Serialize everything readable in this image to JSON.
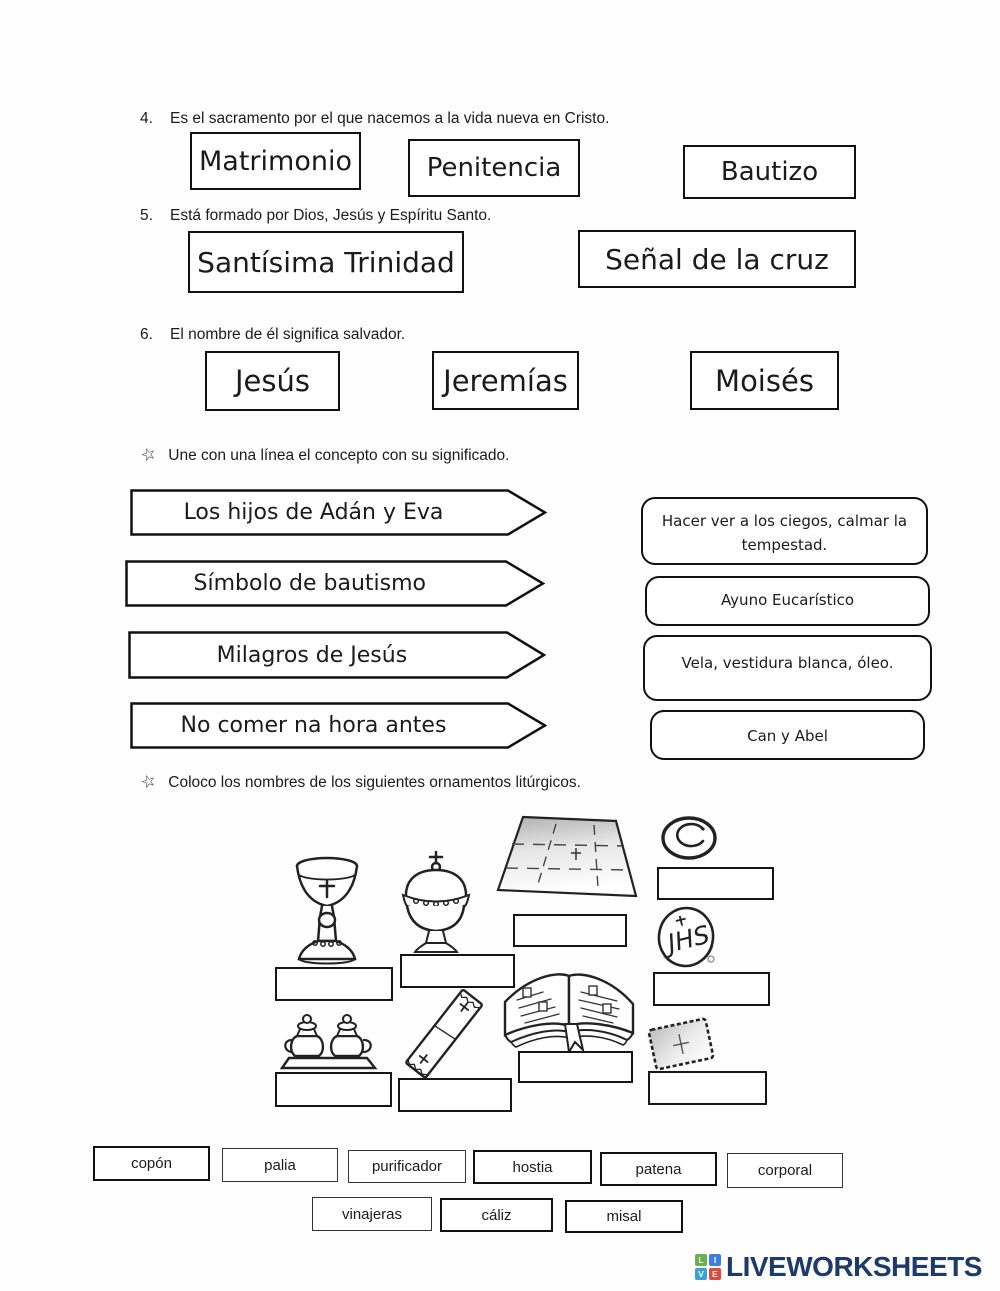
{
  "questions": [
    {
      "number": "4.",
      "text": "Es el sacramento por el que nacemos a la vida nueva en Cristo.",
      "options": [
        "Matrimonio",
        "Penitencia",
        "Bautizo"
      ]
    },
    {
      "number": "5.",
      "text": "Está formado por Dios, Jesús y Espíritu Santo.",
      "options": [
        "Santísima Trinidad",
        "Señal de la  cruz"
      ]
    },
    {
      "number": "6.",
      "text": "El nombre de él significa salvador.",
      "options": [
        "Jesús",
        "Jeremías",
        "Moisés"
      ]
    }
  ],
  "match": {
    "bullet": "☆",
    "instruction": "Une con una línea el concepto con su significado.",
    "left_items": [
      "Los hijos de Adán y Eva",
      "Símbolo de bautismo",
      "Milagros de Jesús",
      "No comer na hora antes"
    ],
    "right_items": [
      "Hacer ver a los ciegos, calmar la tempestad.",
      "Ayuno Eucarístico",
      "Vela, vestidura blanca, óleo.",
      "Can y Abel"
    ]
  },
  "ornaments": {
    "bullet": "☆",
    "instruction": "Coloco los nombres de los siguientes ornamentos litúrgicos.",
    "host_monogram": "JHS",
    "items": [
      {
        "icon": "chalice-icon",
        "answer": ""
      },
      {
        "icon": "ciborium-icon",
        "answer": ""
      },
      {
        "icon": "corporal-cloth-icon",
        "answer": ""
      },
      {
        "icon": "paten-icon",
        "answer": ""
      },
      {
        "icon": "host-icon",
        "answer": ""
      },
      {
        "icon": "cruets-icon",
        "answer": ""
      },
      {
        "icon": "purificator-icon",
        "answer": ""
      },
      {
        "icon": "missal-icon",
        "answer": ""
      },
      {
        "icon": "pall-icon",
        "answer": ""
      }
    ],
    "word_bank": [
      "copón",
      "palia",
      "purificador",
      "hostia",
      "patena",
      "corporal",
      "vinajeras",
      "cáliz",
      "misal"
    ]
  },
  "footer": {
    "logo_text": "LIVEWORKSHEETS",
    "logo_tiles": [
      "L",
      "I",
      "V",
      "E"
    ],
    "colors": {
      "tile_l": "#6ab04c",
      "tile_i": "#3d7ce0",
      "tile_v": "#3aa0d8",
      "tile_e": "#e0473d",
      "logo_text": "#1c3a6a"
    }
  }
}
